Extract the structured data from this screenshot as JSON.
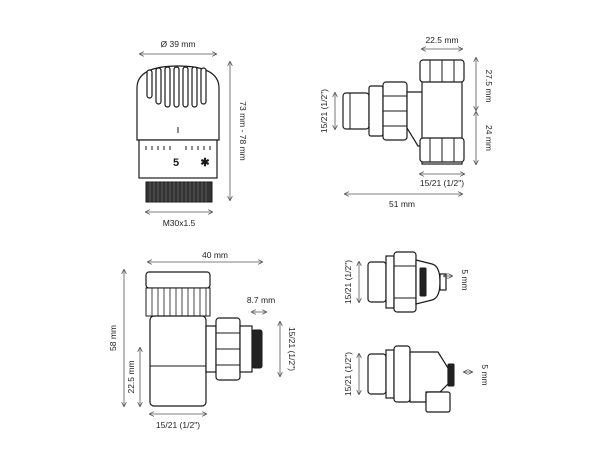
{
  "thermostatic_head": {
    "diameter": "Ø 39 mm",
    "height": "73 mm - 78 mm",
    "thread": "M30x1.5",
    "scale_number": "5",
    "frost_symbol": "✱"
  },
  "straight_valve": {
    "width": "22.5 mm",
    "top_height": "27.5 mm",
    "bottom_height": "24 mm",
    "inlet_thread": "15/21 (1/2\")",
    "outlet_thread": "15/21 (1/2\")",
    "length": "51 mm"
  },
  "angle_valve": {
    "width": "40 mm",
    "height": "58 mm",
    "lower_height": "22.5 mm",
    "tail_length": "8.7 mm",
    "side_thread": "15/21 (1/2\")",
    "bottom_thread": "15/21 (1/2\")"
  },
  "lockshield_straight": {
    "thread": "15/21 (1/2\")",
    "cap": "5 mm"
  },
  "lockshield_angle": {
    "thread": "15/21 (1/2\")",
    "cap": "5 mm"
  }
}
